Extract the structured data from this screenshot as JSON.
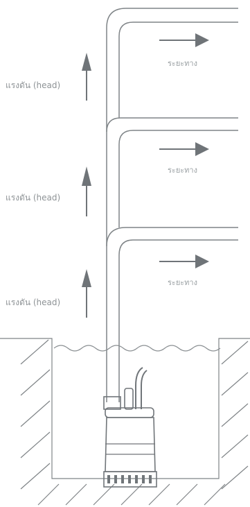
{
  "labels": {
    "head_1": "แรงดัน (head)",
    "head_2": "แรงดัน (head)",
    "head_3": "แรงดัน (head)",
    "distance_1": "ระยะทาง",
    "distance_2": "ระยะทาง",
    "distance_3": "ระยะทาง"
  },
  "colors": {
    "line": "#7f8487",
    "arrow": "#6f7478",
    "text": "#8e9396",
    "pump": "#707579"
  },
  "icons": {
    "head_arrows": "up-arrow-icon",
    "distance_arrows": "right-arrow-icon",
    "pump": "submersible-pump-icon",
    "water": "water-wave-icon",
    "ground": "hatched-ground-icon"
  }
}
